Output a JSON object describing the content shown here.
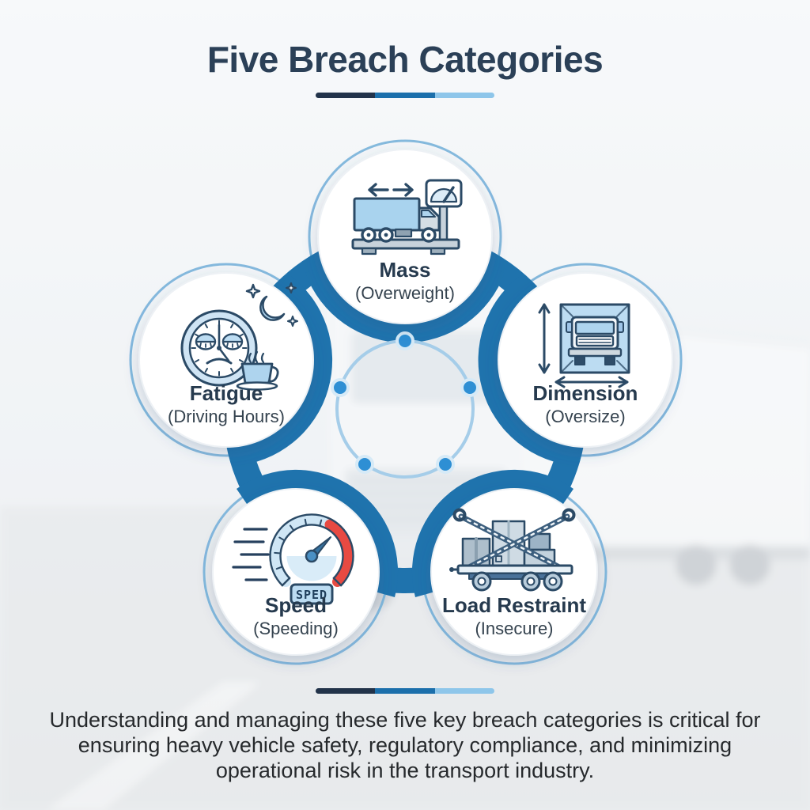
{
  "title": "Five Breach Categories",
  "accent_colors": {
    "band_blue": "#1f73ad",
    "divider_navy": "#22334a",
    "divider_blue": "#1b6fab",
    "divider_light_blue": "#8ec6ea",
    "center_dot_blue": "#2e8fd4",
    "center_ring_blue": "#a5cde9",
    "halo_blue": "#79b2da",
    "icon_outline_navy": "#2b4a66",
    "icon_fill_light_blue": "#aed4ee",
    "gauge_red": "#e84a42",
    "title_navy": "#2b4057"
  },
  "categories": [
    {
      "name": "Mass",
      "sub": "(Overweight)",
      "icon": "truck-on-weighbridge-icon"
    },
    {
      "name": "Dimension",
      "sub": "(Oversize)",
      "icon": "truck-size-arrows-icon"
    },
    {
      "name": "Fatigue",
      "sub": "(Driving Hours)",
      "icon": "sleepy-clock-moon-coffee-icon"
    },
    {
      "name": "Speed",
      "sub": "(Speeding)",
      "icon": "speedometer-icon",
      "gauge_label": "SPED"
    },
    {
      "name": "Load Restraint",
      "sub": "(Insecure)",
      "icon": "chained-cargo-trailer-icon"
    }
  ],
  "footer_text": "Understanding and managing these five key breach categories is critical for ensuring heavy vehicle safety, regulatory compliance, and minimizing operational risk in the transport industry."
}
